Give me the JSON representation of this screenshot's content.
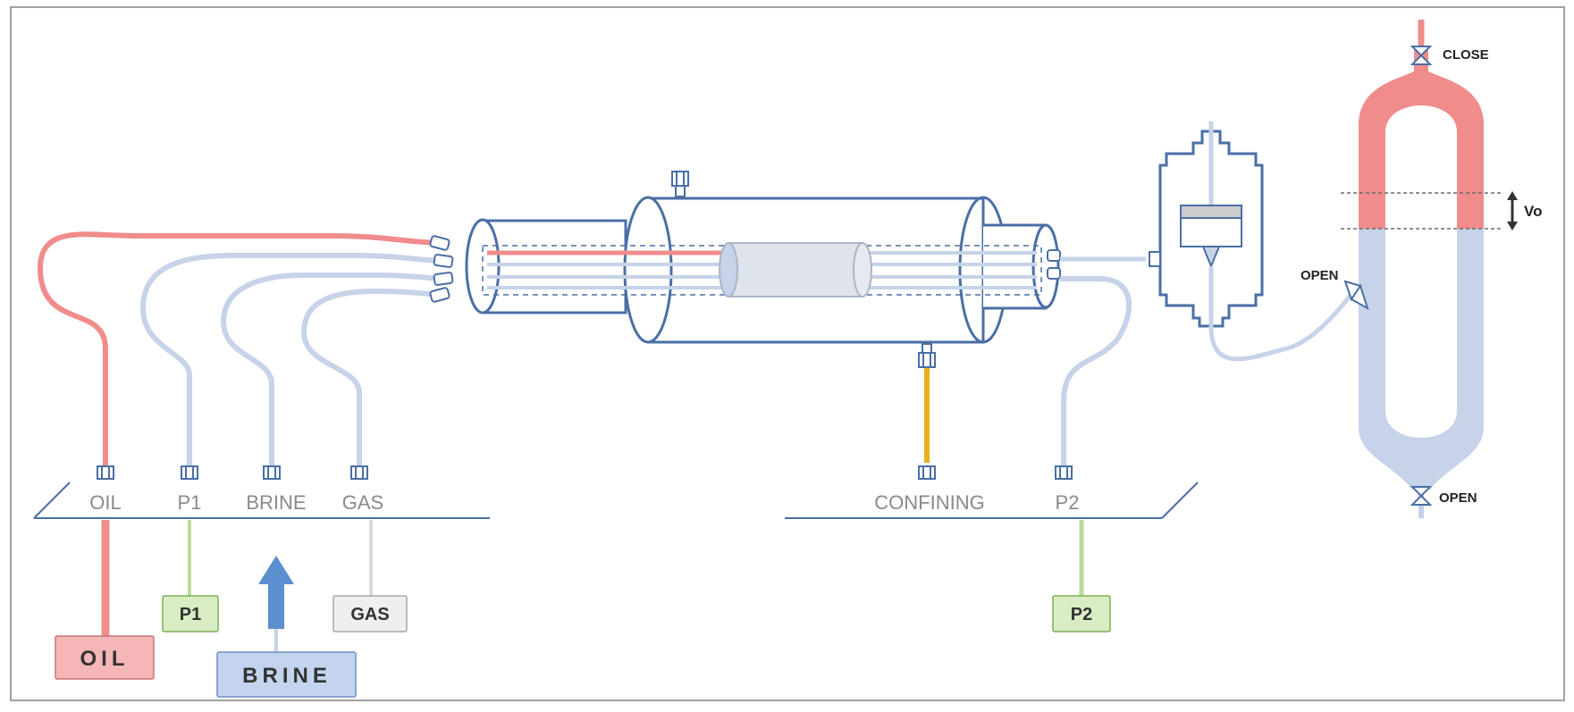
{
  "manifold_labels": {
    "oil": "OIL",
    "p1": "P1",
    "brine": "BRINE",
    "gas": "GAS",
    "confining": "CONFINING",
    "p2": "P2"
  },
  "source_boxes": {
    "oil": "OIL",
    "p1": "P1",
    "brine": "BRINE",
    "gas": "GAS",
    "p2": "P2"
  },
  "valves": {
    "top": "CLOSE",
    "side": "OPEN",
    "bottom": "OPEN"
  },
  "volume_marker": "Vo",
  "colors": {
    "oil": "#f08c8c",
    "line": "#c6d3e8",
    "outline": "#4a6fa5",
    "pressure": "#b9dc9a",
    "gas": "#d9d9d9",
    "confining": "#e6b21e",
    "brine_arrow": "#5b8fd0"
  }
}
